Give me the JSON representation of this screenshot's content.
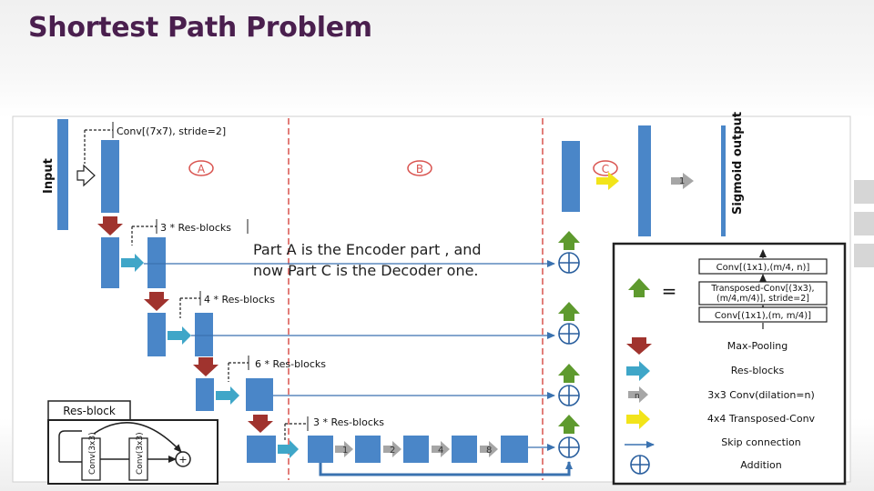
{
  "slide": {
    "title": "Shortest Path Problem"
  },
  "note": {
    "line1": "Part A is the Encoder part , and",
    "line2": "now Part C is the Decoder one."
  },
  "diagram": {
    "input_label": "Input",
    "output_label": "Sigmoid output",
    "conv_label": "Conv[(7x7), stride=2]",
    "section_labels": [
      "A",
      "B",
      "C"
    ],
    "res_block_groups": [
      "3 * Res-blocks",
      "4 * Res-blocks",
      "6 * Res-blocks",
      "3 * Res-blocks"
    ],
    "dilation_badges": [
      "1",
      "2",
      "4",
      "8"
    ],
    "decoder_badge": "1",
    "res_block_inset": {
      "title": "Res-block",
      "conv_a": "Conv(3x3)",
      "conv_b": "Conv(3x3)",
      "sum": "+"
    },
    "colors": {
      "block": "#4a86c8",
      "maxpool_arrow": "#a0332e",
      "resblock_arrow": "#3fa6c8",
      "upsample_arrow": "#5e9a2e",
      "transposed_arrow": "#f2e41a",
      "dilation_arrow": "#a6a6a6",
      "skip_line": "#3a72b0",
      "divider": "#d9534f"
    }
  },
  "legend": {
    "equals": "=",
    "stack": [
      "Conv[(1x1),(m/4, n)]",
      "Transposed-Conv[(3x3),",
      "(m/4,m/4)], stride=2]",
      "Conv[(1x1),(m, m/4)]"
    ],
    "items": [
      {
        "icon": "max-pooling-arrow-icon",
        "label": "Max-Pooling"
      },
      {
        "icon": "res-blocks-arrow-icon",
        "label": "Res-blocks"
      },
      {
        "icon": "dilated-conv-arrow-icon",
        "badge": "n",
        "label": "3x3 Conv(dilation=n)"
      },
      {
        "icon": "transposed-conv-arrow-icon",
        "label": "4x4 Transposed-Conv"
      },
      {
        "icon": "skip-connection-arrow-icon",
        "label": "Skip connection"
      },
      {
        "icon": "addition-icon",
        "label": "Addition"
      }
    ]
  }
}
